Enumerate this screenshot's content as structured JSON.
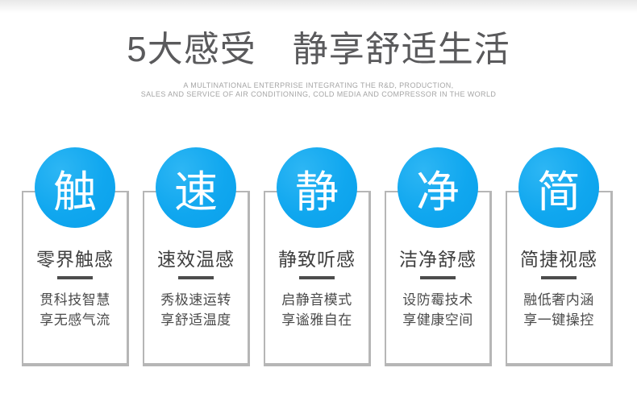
{
  "header": {
    "title": "5大感受　静享舒适生活",
    "subtitle_line1": "A MULTINATIONAL ENTERPRISE INTEGRATING THE R&D, PRODUCTION,",
    "subtitle_line2": "SALES AND SERVICE OF AIR CONDITIONING, COLD MEDIA AND COMPRESSOR IN THE WORLD"
  },
  "features": {
    "cards": [
      {
        "badge": "触",
        "heading": "零界触感",
        "desc_line1": "贯科技智慧",
        "desc_line2": "享无感气流"
      },
      {
        "badge": "速",
        "heading": "速效温感",
        "desc_line1": "秀极速运转",
        "desc_line2": "享舒适温度"
      },
      {
        "badge": "静",
        "heading": "静致听感",
        "desc_line1": "启静音模式",
        "desc_line2": "享谧雅自在"
      },
      {
        "badge": "净",
        "heading": "洁净舒感",
        "desc_line1": "设防霉技术",
        "desc_line2": "享健康空间"
      },
      {
        "badge": "简",
        "heading": "简捷视感",
        "desc_line1": "融低奢内涵",
        "desc_line2": "享一键操控"
      }
    ]
  },
  "colors": {
    "accent_blue": "#10a7ef",
    "card_border": "#b6b6b6",
    "title_text": "#5a5a5c",
    "subtitle_text": "#a5a5a5",
    "heading_text": "#3f3f3f",
    "body_text": "#4b4b4b",
    "divider": "#4c4c4c",
    "badge_text": "#ffffff"
  }
}
